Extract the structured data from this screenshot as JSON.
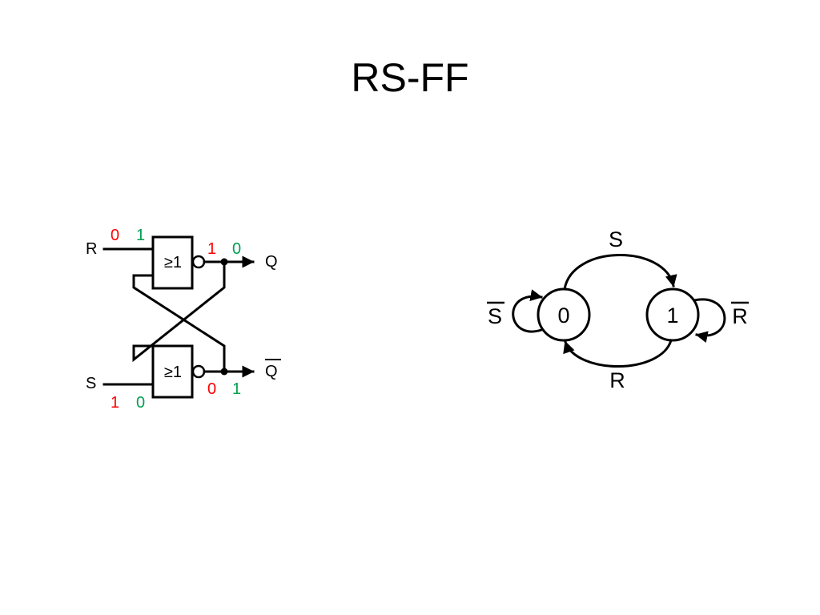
{
  "slide": {
    "title": "RS-FF"
  },
  "circuit": {
    "gate_label": "≥1",
    "inputs": {
      "r": "R",
      "s": "S"
    },
    "outputs": {
      "q": "Q",
      "q_bar": "Q"
    },
    "values": {
      "r_old": "0",
      "r_new": "1",
      "s_old": "1",
      "s_new": "0",
      "q_old": "1",
      "q_new": "0",
      "qbar_old": "0",
      "qbar_new": "1"
    },
    "colors": {
      "old": "#ff0000",
      "new": "#00a050"
    }
  },
  "state_diagram": {
    "states": [
      "0",
      "1"
    ],
    "transitions": {
      "set": "S",
      "reset": "R",
      "hold_0": "S",
      "hold_1": "R"
    }
  }
}
